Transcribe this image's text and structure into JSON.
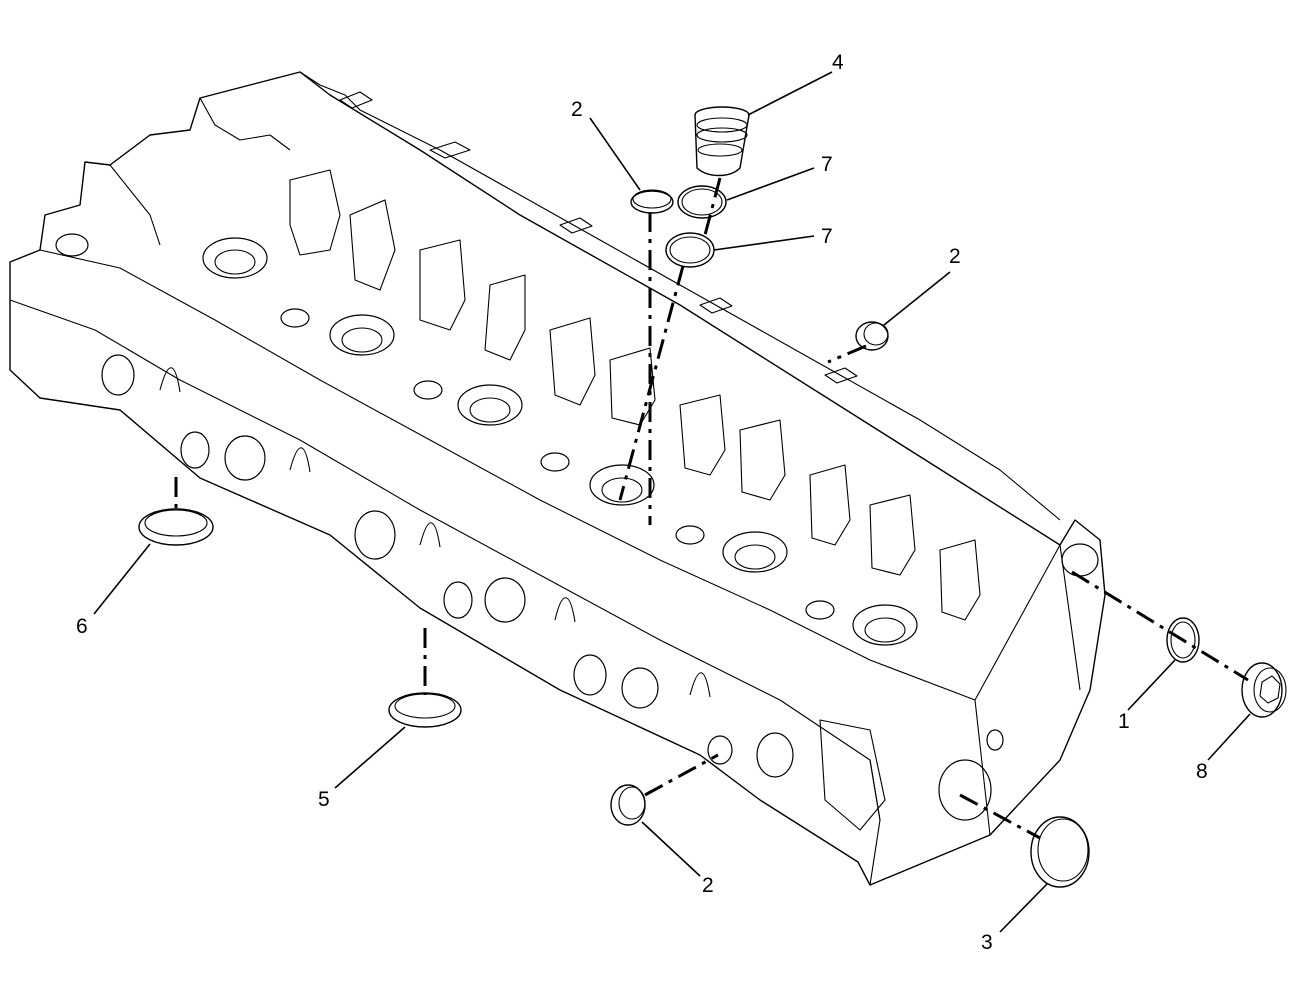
{
  "callouts": [
    {
      "id": "c1",
      "label": "1"
    },
    {
      "id": "c2a",
      "label": "2"
    },
    {
      "id": "c2b",
      "label": "2"
    },
    {
      "id": "c2c",
      "label": "2"
    },
    {
      "id": "c3",
      "label": "3"
    },
    {
      "id": "c4",
      "label": "4"
    },
    {
      "id": "c5",
      "label": "5"
    },
    {
      "id": "c6",
      "label": "6"
    },
    {
      "id": "c7a",
      "label": "7"
    },
    {
      "id": "c7b",
      "label": "7"
    },
    {
      "id": "c8",
      "label": "8"
    }
  ],
  "colors": {
    "line": "#000000",
    "background": "#ffffff"
  }
}
